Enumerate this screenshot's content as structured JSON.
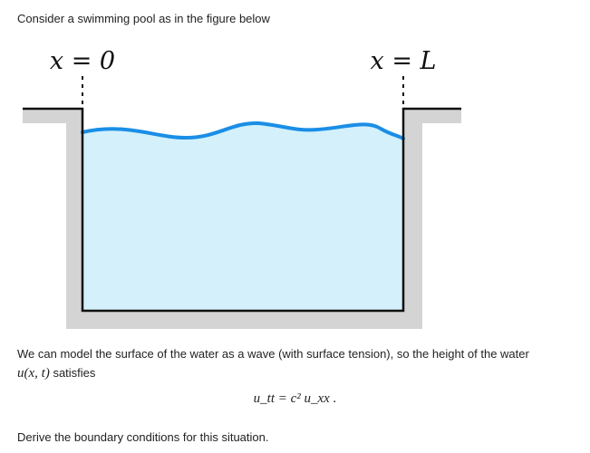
{
  "intro_text": "Consider a swimming pool as in the figure below",
  "figure": {
    "label_left": "x = 0",
    "label_right": "x = L",
    "colors": {
      "pool_wall": "#d4d4d4",
      "water_fill": "#d3f0fb",
      "water_surface": "#1a8ee6",
      "outline": "#111111"
    }
  },
  "paragraph": {
    "text_before": "We can model the surface of the water as a wave (with surface tension), so the height of the water",
    "math_var": "u(x, t)",
    "text_after": " satisfies"
  },
  "equation": "u_tt = c² u_xx .",
  "closing_text": "Derive the boundary conditions for this situation."
}
